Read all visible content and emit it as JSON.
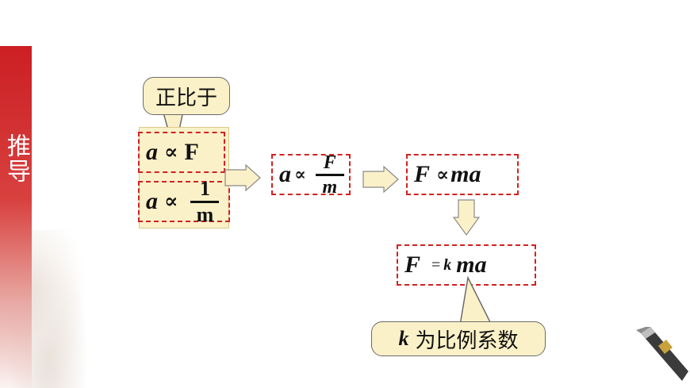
{
  "sidebar": {
    "label": "推导"
  },
  "callouts": {
    "proportional": "正比于",
    "k_symbol": "k",
    "k_desc": "为比例系数"
  },
  "formulas": {
    "f1_left": "a",
    "f1_op": "∝",
    "f1_right": "F",
    "f2_left": "a",
    "f2_op": "∝",
    "f2_num": "1",
    "f2_den": "m",
    "f3_left": "a",
    "f3_op": "∝",
    "f3_num": "F",
    "f3_den": "m",
    "f4_left": "F",
    "f4_op": "∝",
    "f4_right": "ma",
    "f5_left": "F",
    "f5_eq": "=",
    "f5_k": "k",
    "f5_right": "ma"
  },
  "colors": {
    "sidebar": "#cc1f24",
    "box_border": "#d22121",
    "callout_fill": "#fbf1c8",
    "arrow_fill": "#fbf1c8"
  },
  "icons": [
    "flower-decoration-icon",
    "pen-icon",
    "arrow-right-icon",
    "arrow-down-icon"
  ]
}
